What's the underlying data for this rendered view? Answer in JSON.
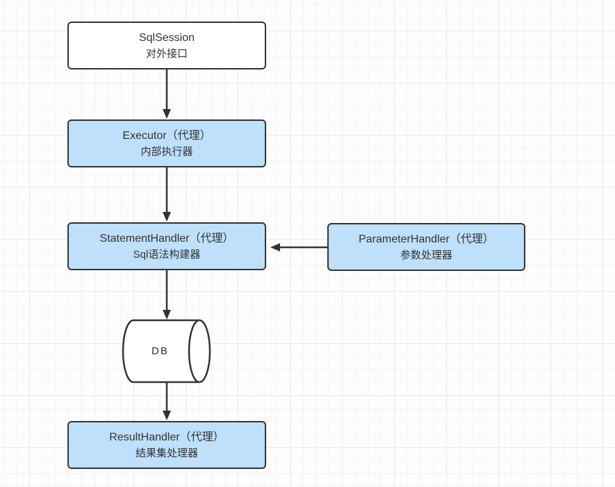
{
  "nodes": {
    "sqlsession": {
      "title": "SqlSession",
      "subtitle": "对外接口"
    },
    "executor": {
      "title": "Executor（代理）",
      "subtitle": "内部执行器"
    },
    "statement_handler": {
      "title": "StatementHandler（代理）",
      "subtitle": "Sql语法构建器"
    },
    "parameter_handler": {
      "title": "ParameterHandler（代理）",
      "subtitle": "参数处理器"
    },
    "db": {
      "label": "DB"
    },
    "result_handler": {
      "title": "ResultHandler（代理）",
      "subtitle": "结果集处理器"
    }
  },
  "edges": [
    {
      "from": "SqlSession",
      "to": "Executor",
      "direction": "down"
    },
    {
      "from": "Executor",
      "to": "StatementHandler",
      "direction": "down"
    },
    {
      "from": "ParameterHandler",
      "to": "StatementHandler",
      "direction": "left"
    },
    {
      "from": "StatementHandler",
      "to": "DB",
      "direction": "down"
    },
    {
      "from": "DB",
      "to": "ResultHandler",
      "direction": "down"
    }
  ],
  "colors": {
    "node_fill_blue": "#bee0fa",
    "node_fill_white": "#ffffff",
    "stroke": "#333333",
    "text": "#333333",
    "grid_minor": "#f4f4f6",
    "grid_major": "#e9e9ec",
    "canvas_background": "#fdfdfd"
  }
}
